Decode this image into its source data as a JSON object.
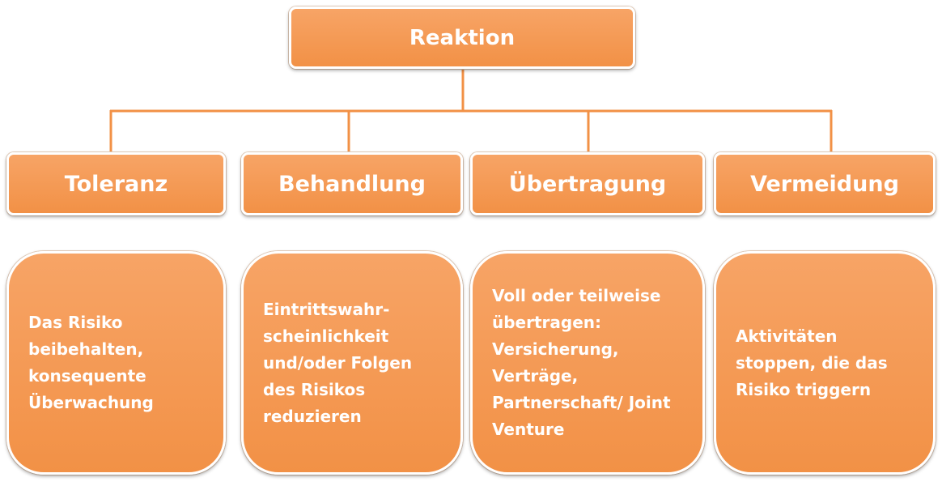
{
  "root": {
    "label": "Reaktion"
  },
  "categories": [
    {
      "label": "Toleranz",
      "description": "Das Risiko\nbeibehalten,\nkonsequente\nÜberwachung"
    },
    {
      "label": "Behandlung",
      "description": "Eintrittswahr-\nscheinlichkeit\nund/oder Folgen\ndes Risikos\nreduzieren"
    },
    {
      "label": "Übertragung",
      "description": "Voll oder teilweise\nübertragen:\nVersicherung,\nVerträge,\nPartnerschaft/ Joint\nVenture"
    },
    {
      "label": "Vermeidung",
      "description": "Aktivitäten\nstoppen, die das\nRisiko triggern"
    }
  ],
  "colors": {
    "box_fill": "#f29146",
    "connector": "#f29146",
    "text": "#ffffff"
  }
}
